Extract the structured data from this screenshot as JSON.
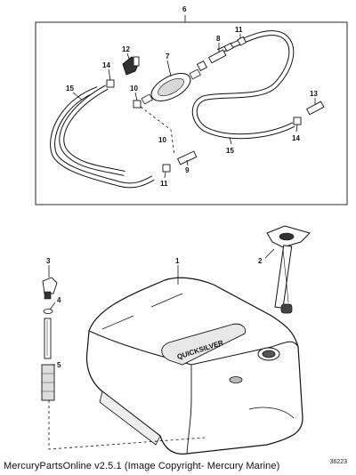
{
  "callouts": [
    {
      "id": "callout-6",
      "label": "6"
    },
    {
      "id": "callout-12",
      "label": "12"
    },
    {
      "id": "callout-7",
      "label": "7"
    },
    {
      "id": "callout-8",
      "label": "8"
    },
    {
      "id": "callout-11a",
      "label": "11"
    },
    {
      "id": "callout-14a",
      "label": "14"
    },
    {
      "id": "callout-10a",
      "label": "10"
    },
    {
      "id": "callout-15a",
      "label": "15"
    },
    {
      "id": "callout-13",
      "label": "13"
    },
    {
      "id": "callout-10b",
      "label": "10"
    },
    {
      "id": "callout-14b",
      "label": "14"
    },
    {
      "id": "callout-15b",
      "label": "15"
    },
    {
      "id": "callout-9",
      "label": "9"
    },
    {
      "id": "callout-11b",
      "label": "11"
    },
    {
      "id": "callout-1",
      "label": "1"
    },
    {
      "id": "callout-2",
      "label": "2"
    },
    {
      "id": "callout-3",
      "label": "3"
    },
    {
      "id": "callout-4",
      "label": "4"
    },
    {
      "id": "callout-5",
      "label": "5"
    }
  ],
  "tank_brand": "QUICKSILVER",
  "caption": "MercuryPartsOnline v2.5.1 (Image Copyright- Mercury Marine)",
  "drawing_number": "36223"
}
